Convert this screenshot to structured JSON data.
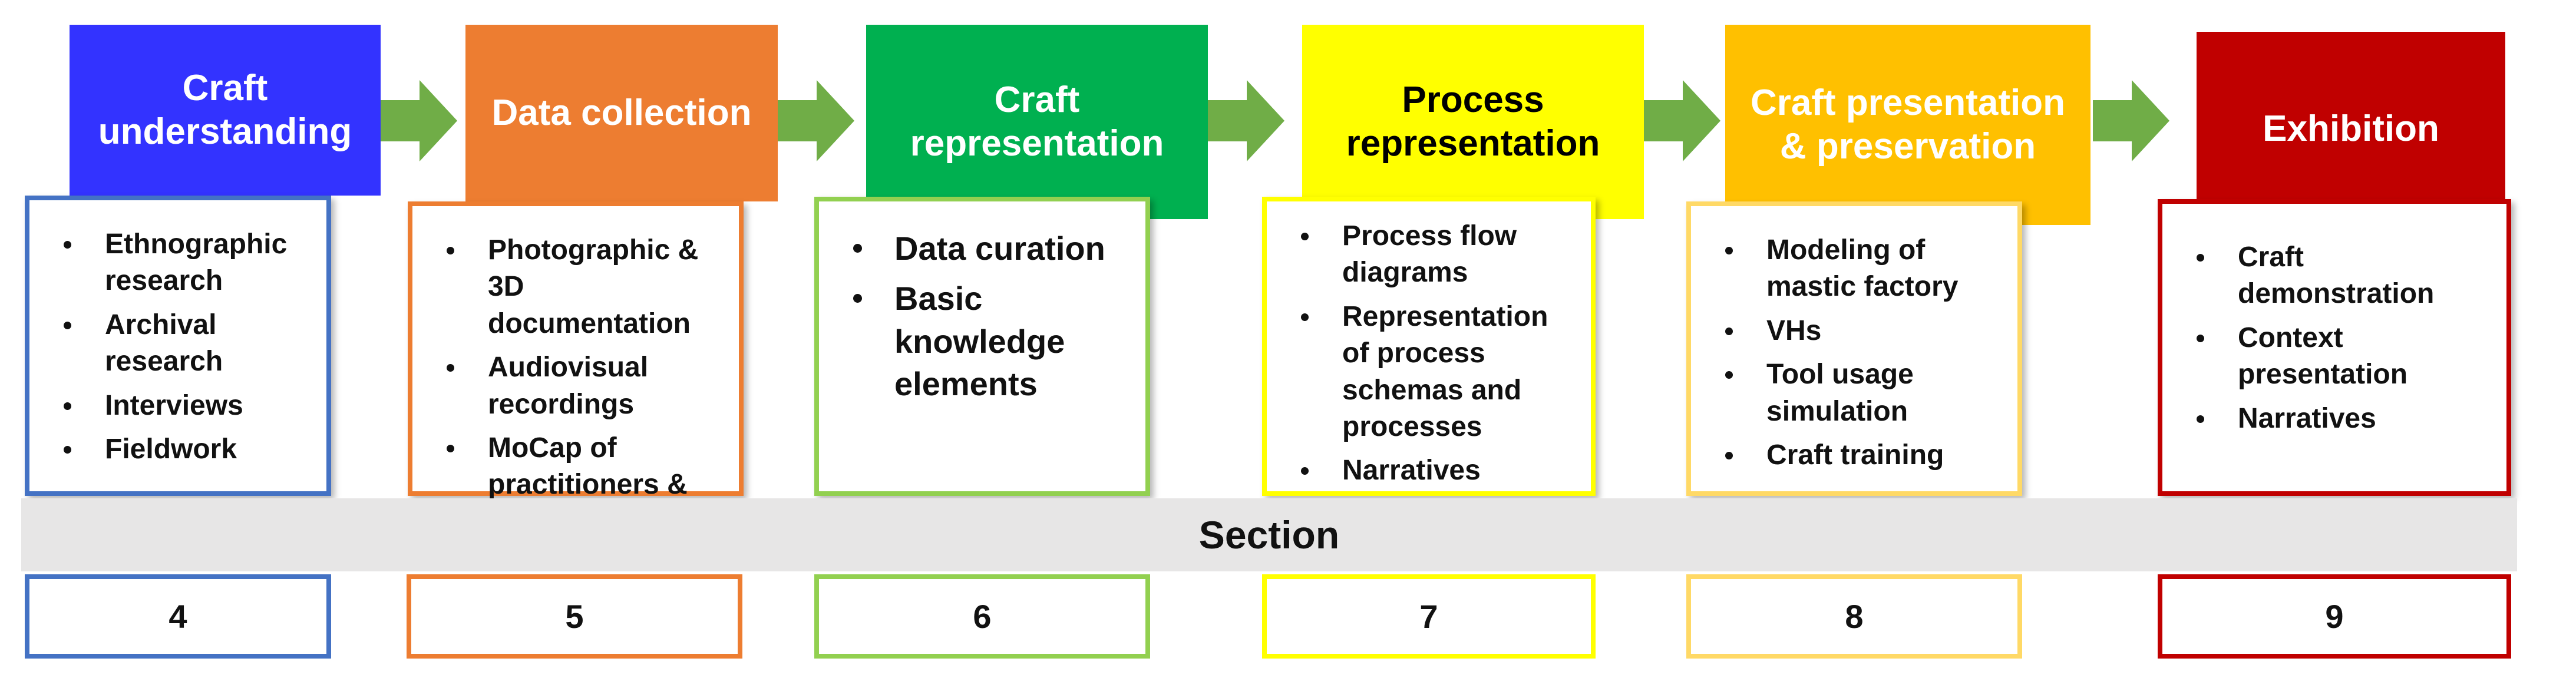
{
  "colors": {
    "craft_understanding": "#3333ff",
    "data_collection": "#ed7d31",
    "craft_representation": "#00b050",
    "process_representation": "#ffff00",
    "craft_presentation": "#ffc000",
    "exhibition": "#c00000",
    "arrow": "#70ad47",
    "section_band": "#e7e6e6",
    "border_blue": "#4472c4",
    "border_orange": "#ed7d31",
    "border_green": "#92d050",
    "border_yellow": "#ffff00",
    "border_lightyellow": "#ffd966",
    "border_red": "#c00000"
  },
  "stages": [
    {
      "title": "Craft understanding",
      "items": [
        "Ethnographic research",
        "Archival research",
        "Interviews",
        "Fieldwork"
      ],
      "section": "4"
    },
    {
      "title": "Data collection",
      "items": [
        "Photographic & 3D documentation",
        "Audiovisual recordings",
        "MoCap of practitioners & storytellers"
      ],
      "section": "5"
    },
    {
      "title": "Craft representation",
      "items": [
        "Data curation",
        "Basic knowledge elements"
      ],
      "section": "6"
    },
    {
      "title": "Process representation",
      "items": [
        "Process flow diagrams",
        "Representation of process schemas and processes",
        "Narratives"
      ],
      "section": "7"
    },
    {
      "title": "Craft presentation & preservation",
      "items": [
        "Modeling of mastic factory",
        "VHs",
        "Tool usage simulation",
        "Craft training"
      ],
      "section": "8"
    },
    {
      "title": "Exhibition",
      "items": [
        "Craft demonstration",
        "Context presentation",
        "Narratives"
      ],
      "section": "9"
    }
  ],
  "section_label": "Section"
}
